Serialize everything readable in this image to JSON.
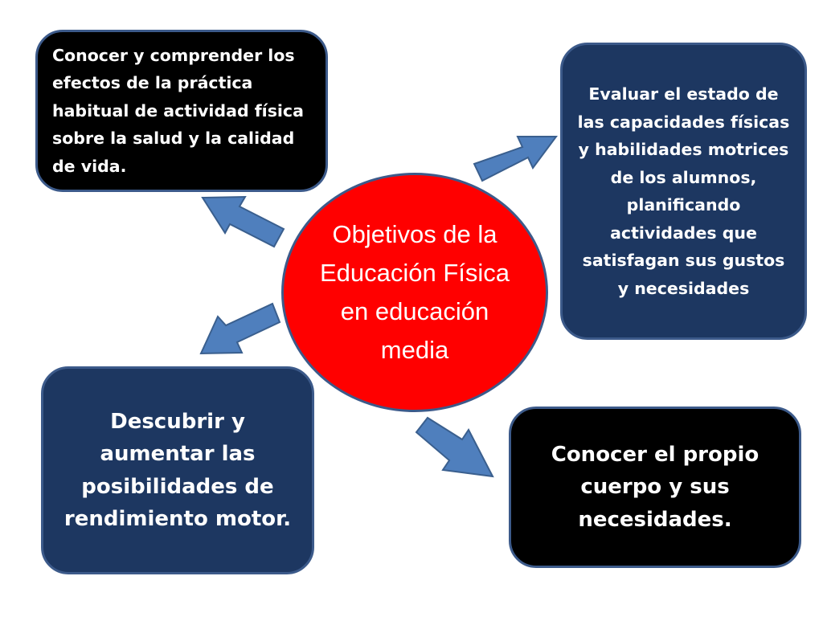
{
  "diagram": {
    "center": "Objetivos de la Educación Física en educación media",
    "boxes": {
      "top_left": "Conocer y comprender los efectos de la práctica habitual de actividad física sobre la salud y la calidad de vida.",
      "top_right": "Evaluar el estado de las capacidades físicas y habilidades motrices de los alumnos, planificando actividades que satisfagan sus gustos y necesidades",
      "bottom_left": "Descubrir y aumentar las posibilidades de rendimiento motor.",
      "bottom_right": "Conocer el propio cuerpo y sus necesidades."
    }
  },
  "colors": {
    "center_fill": "#ff0000",
    "box_black": "#000000",
    "box_navy": "#1d3761",
    "arrow_fill": "#4f7fbd",
    "border": "#3c5a8a"
  },
  "icons": {
    "arrows": [
      "arrow-up-left-icon",
      "arrow-up-right-icon",
      "arrow-down-left-icon",
      "arrow-down-right-icon"
    ]
  }
}
